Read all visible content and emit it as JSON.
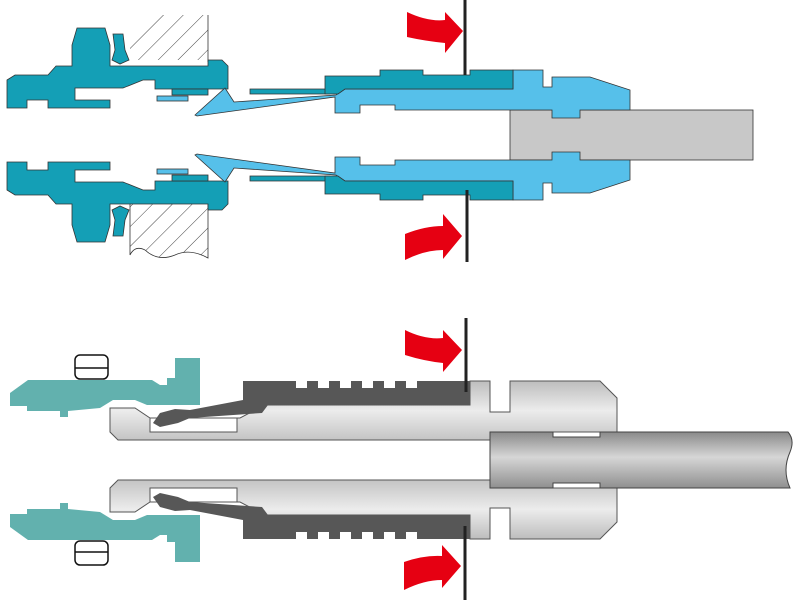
{
  "colors": {
    "fitting_dark_teal": "#149fb6",
    "fitting_light_blue": "#56c0ea",
    "rod_gray": "#c8c8c8",
    "lower_teal": "#62b1ae",
    "thread_dark_gray": "#575757",
    "metal_light_gray": "#d9d9d9",
    "arrow_red": "#e60012",
    "outline": "#333333"
  },
  "icons": [
    "red-curved-arrow",
    "hatched-wall-section",
    "o-ring"
  ]
}
